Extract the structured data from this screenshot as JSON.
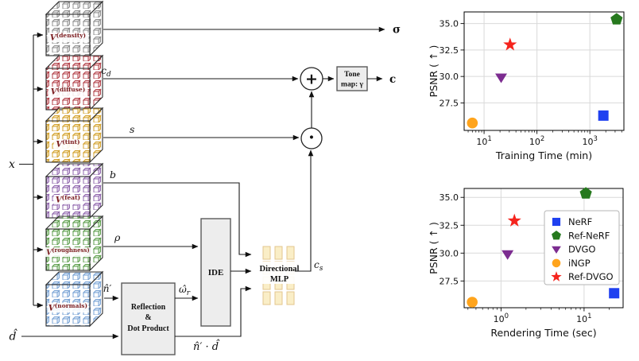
{
  "figure": {
    "labels": {
      "x": "x",
      "d": "d̂",
      "sigma": "σ",
      "c_out": "c",
      "cd_base": "c",
      "cd_sub": "d",
      "s": "s",
      "b": "b",
      "rho": "ρ",
      "n_hat": "n̂′",
      "omega_base": "ω̂",
      "omega_sub": "r",
      "n_dot_d": "n̂′ · d̂",
      "cs_base": "c",
      "cs_sub": "s",
      "plus": "+",
      "dot": "·"
    },
    "voxel_grids": [
      {
        "name": "density",
        "v": "V",
        "sup": "(density)",
        "output": "σ",
        "edge": "#909090",
        "face": "#e4e4e4"
      },
      {
        "name": "diffuse",
        "v": "V",
        "sup": "(diffuse)",
        "output": "c_d",
        "edge": "#b2434b",
        "face": "#f2cfd1"
      },
      {
        "name": "tint",
        "v": "V",
        "sup": "(tint)",
        "output": "s",
        "edge": "#d2a130",
        "face": "#f7e7bd"
      },
      {
        "name": "feat",
        "v": "V",
        "sup": "(feat)",
        "output": "b",
        "edge": "#9068ac",
        "face": "#e4d4ee"
      },
      {
        "name": "roughness",
        "v": "V",
        "sup": "(roughness)",
        "output": "ρ",
        "edge": "#5f9e4f",
        "face": "#d6ecd0"
      },
      {
        "name": "normals",
        "v": "V",
        "sup": "(normals)",
        "output": "n̂′",
        "edge": "#7aa3d4",
        "face": "#dbe8f7"
      }
    ],
    "boxes": {
      "reflection": {
        "line1": "Reflection",
        "line2": "&",
        "line3": "Dot Product"
      },
      "ide": "IDE",
      "mlp": {
        "line1": "Directional",
        "line2": "MLP"
      },
      "tonemap": {
        "line1": "Tone",
        "line2": "map: γ"
      }
    }
  },
  "chart_data": [
    {
      "type": "scatter",
      "title": "",
      "xlabel": "Training Time (min)",
      "ylabel": "PSNR ( ↑ )",
      "xscale": "log",
      "xlim": [
        4.2,
        4400
      ],
      "ylim": [
        24.9,
        36.1
      ],
      "xticks": [
        10,
        100,
        1000
      ],
      "yticks": [
        27.5,
        30.0,
        32.5,
        35.0
      ],
      "grid": true,
      "legend": false,
      "series": [
        {
          "name": "NeRF",
          "marker": "square",
          "color": "#1f40f0",
          "x": 1800,
          "y": 26.3
        },
        {
          "name": "Ref-NeRF",
          "marker": "pentagon",
          "color": "#26791e",
          "x": 3200,
          "y": 35.4
        },
        {
          "name": "DVGO",
          "marker": "triangle-down",
          "color": "#7c2c90",
          "x": 21,
          "y": 29.9
        },
        {
          "name": "iNGP",
          "marker": "circle",
          "color": "#ffa41c",
          "x": 6,
          "y": 25.6
        },
        {
          "name": "Ref-DVGO",
          "marker": "star",
          "color": "#f5241d",
          "x": 31,
          "y": 33.0
        }
      ]
    },
    {
      "type": "scatter",
      "title": "",
      "xlabel": "Rendering Time (sec)",
      "ylabel": "PSNR ( ↑ )",
      "xscale": "log",
      "xlim": [
        0.36,
        29.5
      ],
      "ylim": [
        25.1,
        35.8
      ],
      "xticks": [
        1,
        10
      ],
      "yticks": [
        27.5,
        30.0,
        32.5,
        35.0
      ],
      "grid": true,
      "legend": true,
      "legend_position": "center-right",
      "series": [
        {
          "name": "NeRF",
          "marker": "square",
          "color": "#1f40f0",
          "x": 23,
          "y": 26.4
        },
        {
          "name": "Ref-NeRF",
          "marker": "pentagon",
          "color": "#26791e",
          "x": 10.5,
          "y": 35.35
        },
        {
          "name": "DVGO",
          "marker": "triangle-down",
          "color": "#7c2c90",
          "x": 1.2,
          "y": 29.9
        },
        {
          "name": "iNGP",
          "marker": "circle",
          "color": "#ffa41c",
          "x": 0.45,
          "y": 25.6
        },
        {
          "name": "Ref-DVGO",
          "marker": "star",
          "color": "#f5241d",
          "x": 1.45,
          "y": 32.9
        }
      ]
    }
  ]
}
